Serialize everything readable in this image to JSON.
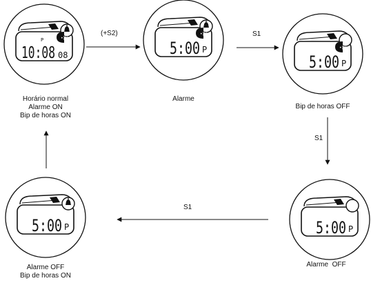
{
  "states": [
    {
      "id": "s1",
      "time": "10:08",
      "seconds": "08",
      "pm_marker": "P",
      "suffix": "",
      "label_lines": [
        "Horário normal",
        "Alarme ON",
        "Bip de horas ON"
      ],
      "bell": true,
      "chime": true
    },
    {
      "id": "s2",
      "time": "5:00",
      "seconds": "",
      "pm_marker": "",
      "suffix": "P",
      "label_lines": [
        "Alarme"
      ],
      "bell": true,
      "chime": true
    },
    {
      "id": "s3",
      "time": "5:00",
      "seconds": "",
      "pm_marker": "",
      "suffix": "P",
      "label_lines": [
        "Bip de horas OFF"
      ],
      "bell": false,
      "chime": true
    },
    {
      "id": "s4",
      "time": "5:00",
      "seconds": "",
      "pm_marker": "",
      "suffix": "P",
      "label_lines": [
        "Alarme  OFF"
      ],
      "bell": false,
      "chime": false
    },
    {
      "id": "s5",
      "time": "5:00",
      "seconds": "",
      "pm_marker": "",
      "suffix": "P",
      "label_lines": [
        "Alarme OFF",
        "Bip de horas ON"
      ],
      "bell": true,
      "chime": false
    }
  ],
  "transitions": [
    {
      "from": "s1",
      "to": "s2",
      "label": "(+S2)"
    },
    {
      "from": "s2",
      "to": "s3",
      "label": "S1"
    },
    {
      "from": "s3",
      "to": "s4",
      "label": "S1"
    },
    {
      "from": "s4",
      "to": "s5",
      "label": "S1"
    },
    {
      "from": "s5",
      "to": "s1",
      "label": ""
    }
  ],
  "colors": {
    "line": "#111111",
    "background": "#ffffff"
  },
  "icons": {
    "alarm": "bell-icon",
    "hourly_chime": "chime-icon"
  }
}
